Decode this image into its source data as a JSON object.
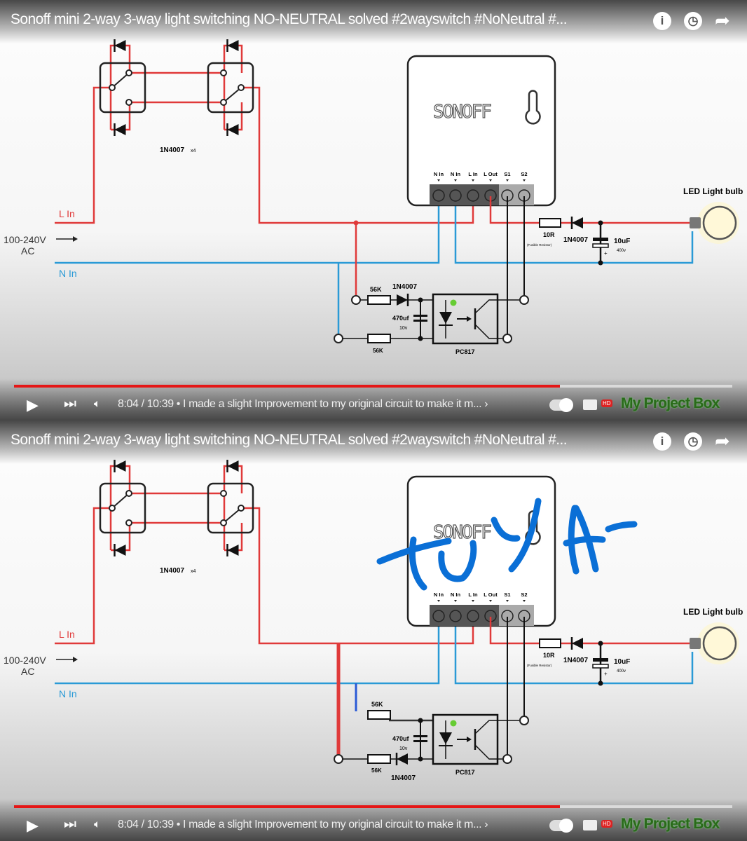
{
  "panels": [
    {
      "variant": "original",
      "title": "Sonoff mini 2-way 3-way light switching NO-NEUTRAL solved #2wayswitch #NoNeutral #...",
      "time": "8:04 / 10:39",
      "chapter": "• I made a slight Improvement to my original circuit to make it m... ›",
      "progress_percent": 76,
      "channel_logo": "My Project Box",
      "hd_badge": "HD"
    },
    {
      "variant": "modified",
      "title": "Sonoff mini 2-way 3-way light switching NO-NEUTRAL solved #2wayswitch #NoNeutral #...",
      "time": "8:04 / 10:39",
      "chapter": "• I made a slight Improvement to my original circuit to make it m... ›",
      "progress_percent": 76,
      "channel_logo": "My Project Box",
      "hd_badge": "HD",
      "annotation": "TUYA"
    }
  ],
  "icons": {
    "info": "info-icon",
    "watch_later": "clock-icon",
    "share": "share-icon",
    "play": "play-icon",
    "next": "next-icon",
    "volume": "volume-icon",
    "autoplay": "autoplay-toggle",
    "captions": "captions-icon"
  },
  "diagram": {
    "diodes_label": "1N4007",
    "diodes_count": "x4",
    "l_in": "L In",
    "n_in": "N In",
    "voltage": "100-240V",
    "ac": "AC",
    "brand": "SONOFF",
    "terminals": [
      "N In",
      "N In",
      "L In",
      "L Out",
      "S1",
      "S2"
    ],
    "bulb_label": "LED Light bulb",
    "r10": "10R",
    "r10_note": "(Fusible Resistor)",
    "d_out": "1N4007",
    "c_out": "10uF",
    "c_out_v": "400v",
    "r1": "56K",
    "d_in": "1N4007",
    "c_in": "470uf",
    "c_in_v": "10v",
    "r2": "56K",
    "opto": "PC817"
  },
  "colors": {
    "live": "#e03a3a",
    "neutral": "#2a9ad6",
    "progress": "#e51616",
    "annotation": "#0a6fd6"
  }
}
